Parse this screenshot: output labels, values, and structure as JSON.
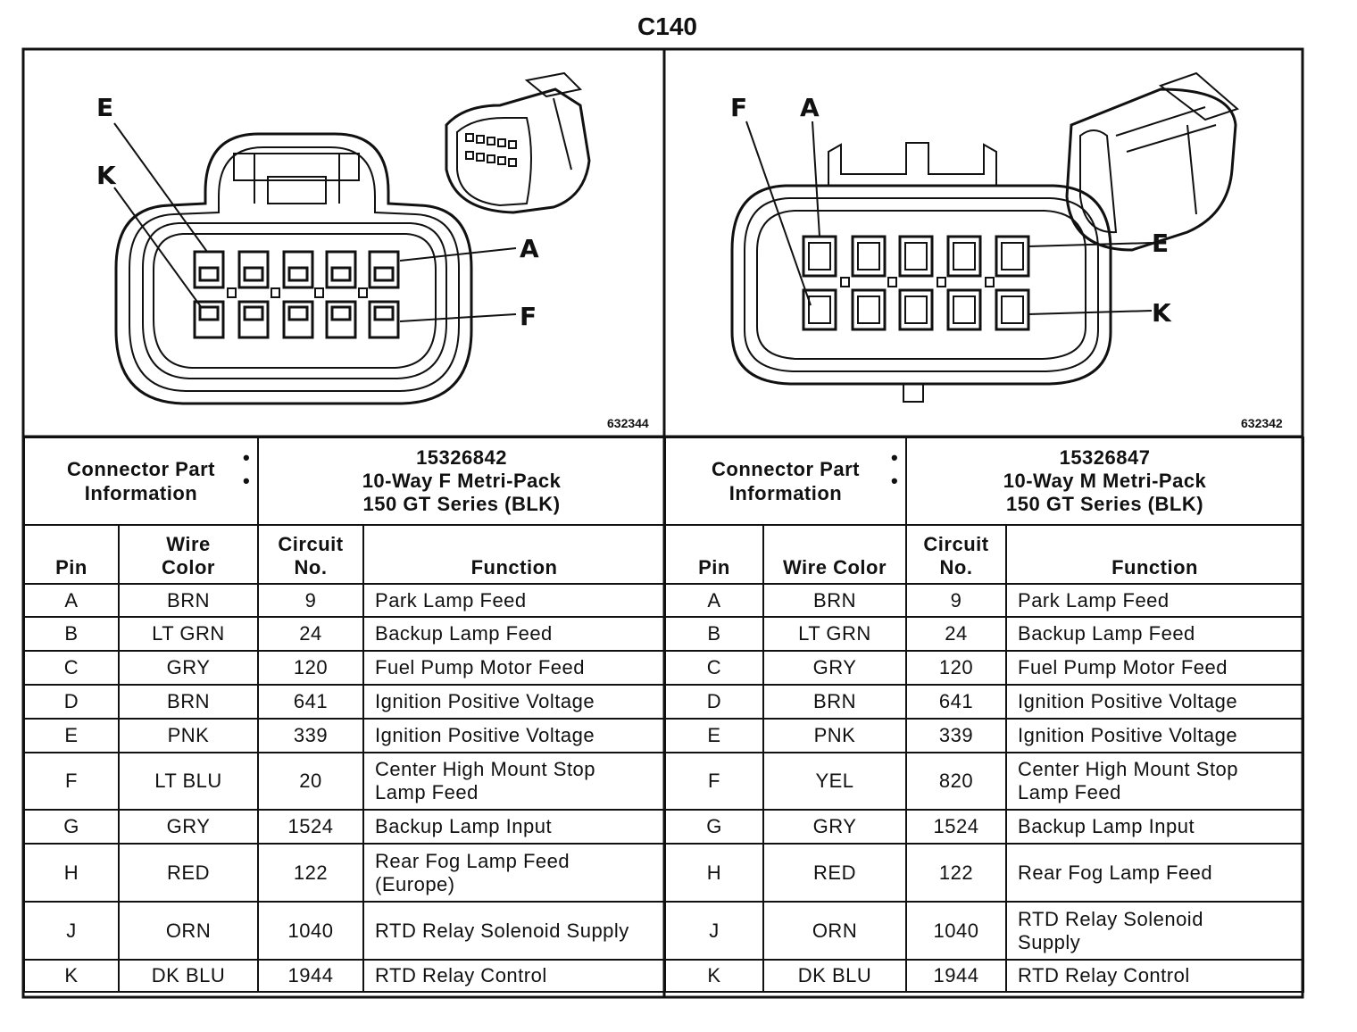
{
  "title": "C140",
  "left": {
    "figure_id": "632344",
    "labels": {
      "E": "E",
      "K": "K",
      "A": "A",
      "F": "F"
    },
    "info_title_line1": "Connector Part",
    "info_title_line2": "Information",
    "part_number": "15326842",
    "part_desc_line1": "10-Way F Metri-Pack",
    "part_desc_line2": "150 GT Series (BLK)",
    "headers": {
      "pin": "Pin",
      "wire1": "Wire",
      "wire2": "Color",
      "circuit1": "Circuit",
      "circuit2": "No.",
      "function": "Function"
    },
    "rows": [
      {
        "pin": "A",
        "color": "BRN",
        "circuit": "9",
        "function": "Park Lamp Feed",
        "function2": ""
      },
      {
        "pin": "B",
        "color": "LT GRN",
        "circuit": "24",
        "function": "Backup Lamp Feed",
        "function2": ""
      },
      {
        "pin": "C",
        "color": "GRY",
        "circuit": "120",
        "function": "Fuel Pump Motor Feed",
        "function2": ""
      },
      {
        "pin": "D",
        "color": "BRN",
        "circuit": "641",
        "function": "Ignition Positive Voltage",
        "function2": ""
      },
      {
        "pin": "E",
        "color": "PNK",
        "circuit": "339",
        "function": "Ignition Positive Voltage",
        "function2": ""
      },
      {
        "pin": "F",
        "color": "LT BLU",
        "circuit": "20",
        "function": "Center High Mount Stop",
        "function2": "Lamp Feed"
      },
      {
        "pin": "G",
        "color": "GRY",
        "circuit": "1524",
        "function": "Backup Lamp Input",
        "function2": ""
      },
      {
        "pin": "H",
        "color": "RED",
        "circuit": "122",
        "function": "Rear Fog Lamp Feed",
        "function2": "(Europe)"
      },
      {
        "pin": "J",
        "color": "ORN",
        "circuit": "1040",
        "function": "RTD Relay Solenoid Supply",
        "function2": ""
      },
      {
        "pin": "K",
        "color": "DK BLU",
        "circuit": "1944",
        "function": "RTD Relay Control",
        "function2": ""
      }
    ]
  },
  "right": {
    "figure_id": "632342",
    "labels": {
      "F": "F",
      "A": "A",
      "E": "E",
      "K": "K"
    },
    "info_title_line1": "Connector Part",
    "info_title_line2": "Information",
    "part_number": "15326847",
    "part_desc_line1": "10-Way M Metri-Pack",
    "part_desc_line2": "150 GT Series (BLK)",
    "headers": {
      "pin": "Pin",
      "wire": "Wire Color",
      "circuit1": "Circuit",
      "circuit2": "No.",
      "function": "Function"
    },
    "rows": [
      {
        "pin": "A",
        "color": "BRN",
        "circuit": "9",
        "function": "Park Lamp Feed",
        "function2": ""
      },
      {
        "pin": "B",
        "color": "LT GRN",
        "circuit": "24",
        "function": "Backup Lamp Feed",
        "function2": ""
      },
      {
        "pin": "C",
        "color": "GRY",
        "circuit": "120",
        "function": "Fuel Pump Motor Feed",
        "function2": ""
      },
      {
        "pin": "D",
        "color": "BRN",
        "circuit": "641",
        "function": "Ignition Positive Voltage",
        "function2": ""
      },
      {
        "pin": "E",
        "color": "PNK",
        "circuit": "339",
        "function": "Ignition Positive Voltage",
        "function2": ""
      },
      {
        "pin": "F",
        "color": "YEL",
        "circuit": "820",
        "function": "Center High Mount Stop",
        "function2": "Lamp Feed"
      },
      {
        "pin": "G",
        "color": "GRY",
        "circuit": "1524",
        "function": "Backup Lamp Input",
        "function2": ""
      },
      {
        "pin": "H",
        "color": "RED",
        "circuit": "122",
        "function": "Rear Fog Lamp Feed",
        "function2": ""
      },
      {
        "pin": "J",
        "color": "ORN",
        "circuit": "1040",
        "function": "RTD Relay Solenoid",
        "function2": "Supply"
      },
      {
        "pin": "K",
        "color": "DK BLU",
        "circuit": "1944",
        "function": "RTD Relay Control",
        "function2": ""
      }
    ]
  }
}
